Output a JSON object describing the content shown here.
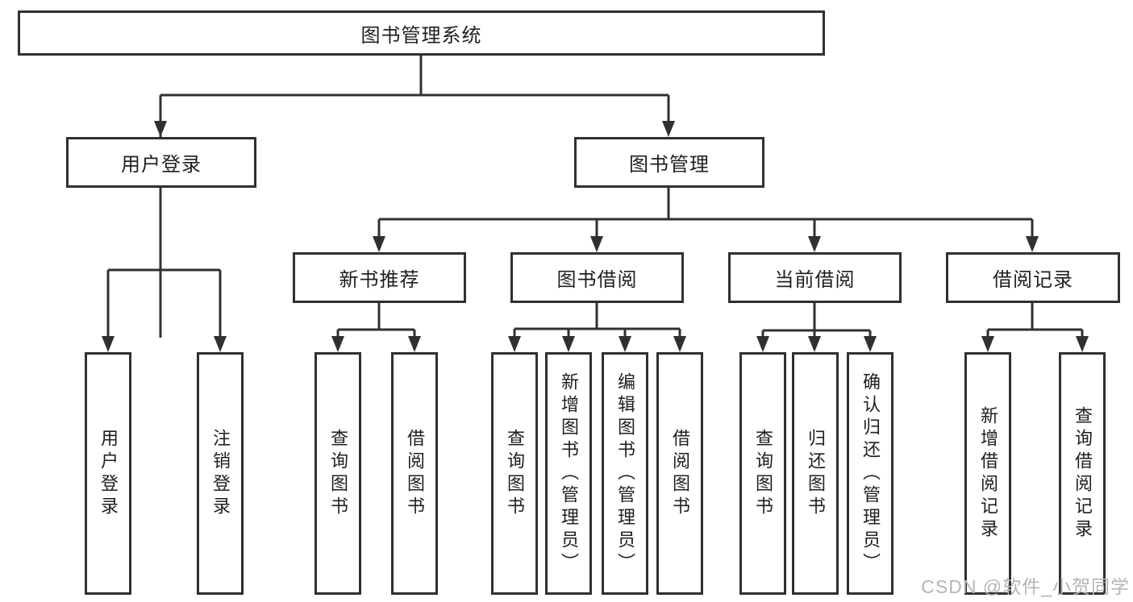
{
  "nodes": {
    "root": "图书管理系统",
    "user_login": "用户登录",
    "book_mgmt": "图书管理",
    "new_books": "新书推荐",
    "borrowing": "图书借阅",
    "current": "当前借阅",
    "records": "借阅记录"
  },
  "leaves": {
    "user_login": [
      "用户登录",
      "注销登录"
    ],
    "new_books": [
      "查询图书",
      "借阅图书"
    ],
    "borrowing": [
      "查询图书",
      "新增图书（管理员）",
      "编辑图书（管理员）",
      "借阅图书"
    ],
    "current": [
      "查询图书",
      "归还图书",
      "确认归还（管理员）"
    ],
    "records": [
      "新增借阅记录",
      "查询借阅记录"
    ]
  },
  "watermark": "CSDN @软件_小贺同学",
  "colors": {
    "line": "#303030",
    "text": "#1f1f1f",
    "watermark": "#b5b5b5",
    "background": "#ffffff"
  }
}
